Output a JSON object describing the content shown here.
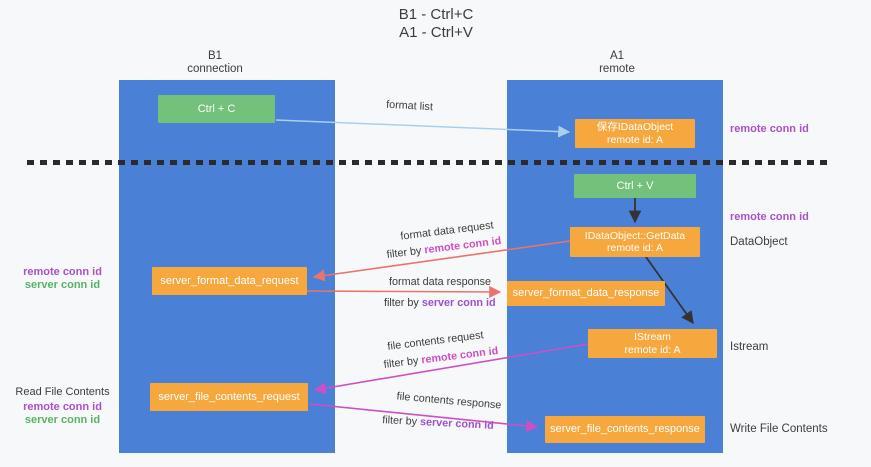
{
  "title": {
    "line1": "B1 - Ctrl+C",
    "line2": "A1 - Ctrl+V"
  },
  "lanes": {
    "b1": {
      "name": "B1",
      "sub": "connection"
    },
    "a1": {
      "name": "A1",
      "sub": "remote"
    }
  },
  "boxes": {
    "ctrl_c": "Ctrl + C",
    "ctrl_v": "Ctrl + V",
    "save_obj_l1": "保存IDataObject",
    "save_obj_l2": "remote id: A",
    "getdata_l1": "IDataObject::GetData",
    "getdata_l2": "remote id: A",
    "istream_l1": "IStream",
    "istream_l2": "remote id: A",
    "fmt_req": "server_format_data_request",
    "fmt_resp": "server_format_data_response",
    "file_req": "server_file_contents_request",
    "file_resp": "server_file_contents_response"
  },
  "flows": {
    "format_list": "format list",
    "fmt_data_req": "format data request",
    "fmt_data_resp": "format data response",
    "file_req": "file contents request",
    "file_resp": "file contents response",
    "filter_by": "filter by ",
    "remote_conn_id": "remote conn id",
    "server_conn_id": "server conn id"
  },
  "side": {
    "remote_conn_id": "remote conn id",
    "server_conn_id": "server conn id",
    "dataobject": "DataObject",
    "istream": "Istream",
    "read_file": "Read File Contents",
    "write_file": "Write File Contents"
  },
  "colors": {
    "lane_blue": "#4a80d5",
    "box_green": "#74c17b",
    "box_orange": "#f6a73e",
    "arrow_blue": "#a9cfee",
    "arrow_red": "#e8746c",
    "arrow_magenta": "#cd4fc6",
    "arrow_black": "#333333",
    "label_purple": "#a952c8",
    "label_green": "#56b366",
    "label_magenta": "#cf4ec4",
    "label_violet": "#9b51d0"
  }
}
